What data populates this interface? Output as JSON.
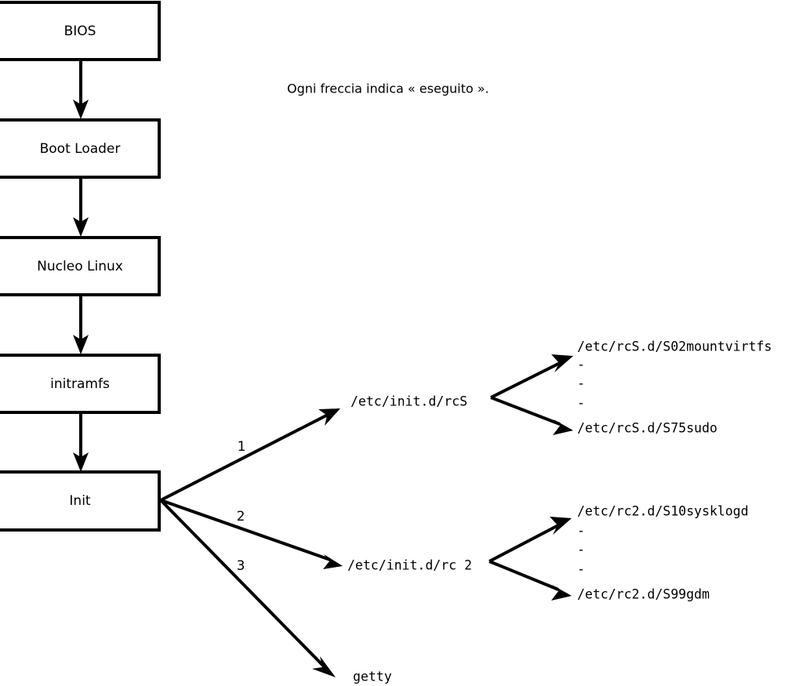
{
  "diagram": {
    "title_note": "Ogni freccia indica « eseguito ».",
    "colors": {
      "stroke": "#000000",
      "fill": "#ffffff",
      "text": "#000000"
    },
    "boxes": [
      {
        "id": "bios",
        "label": "BIOS"
      },
      {
        "id": "boot-loader",
        "label": "Boot Loader"
      },
      {
        "id": "nucleo-linux",
        "label": "Nucleo Linux"
      },
      {
        "id": "initramfs",
        "label": "initramfs"
      },
      {
        "id": "init",
        "label": "Init"
      }
    ],
    "branches": [
      {
        "number": "1",
        "target": "/etc/init.d/rcS"
      },
      {
        "number": "2",
        "target": "/etc/init.d/rc 2"
      },
      {
        "number": "3",
        "target": "getty"
      }
    ],
    "rcs_scripts": {
      "first": "/etc/rcS.d/S02mountvirtfs",
      "ellipsis": [
        "-",
        "-",
        "-"
      ],
      "last": "/etc/rcS.d/S75sudo"
    },
    "rc2_scripts": {
      "first": "/etc/rc2.d/S10sysklogd",
      "ellipsis": [
        "-",
        "-",
        "-"
      ],
      "last": "/etc/rc2.d/S99gdm"
    }
  }
}
